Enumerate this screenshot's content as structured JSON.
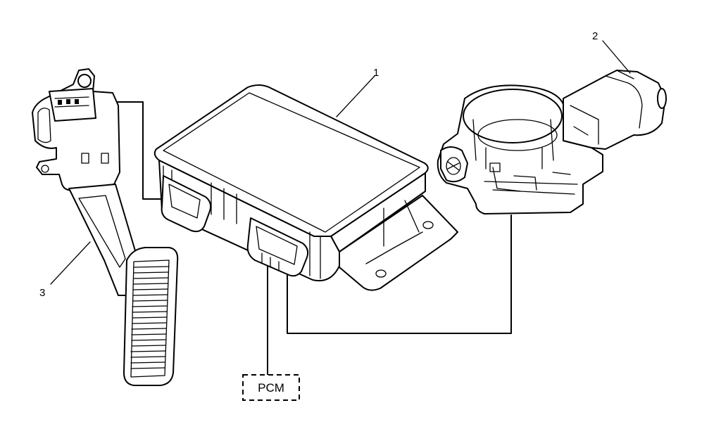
{
  "callouts": {
    "module": "1",
    "throttle_body": "2",
    "pedal": "3"
  },
  "pcm_label": "PCM",
  "colors": {
    "ink": "#000000",
    "paper": "#ffffff"
  },
  "icons": {
    "module": "control-module-drawing",
    "throttle_body": "throttle-body-drawing",
    "pedal": "accelerator-pedal-drawing"
  }
}
